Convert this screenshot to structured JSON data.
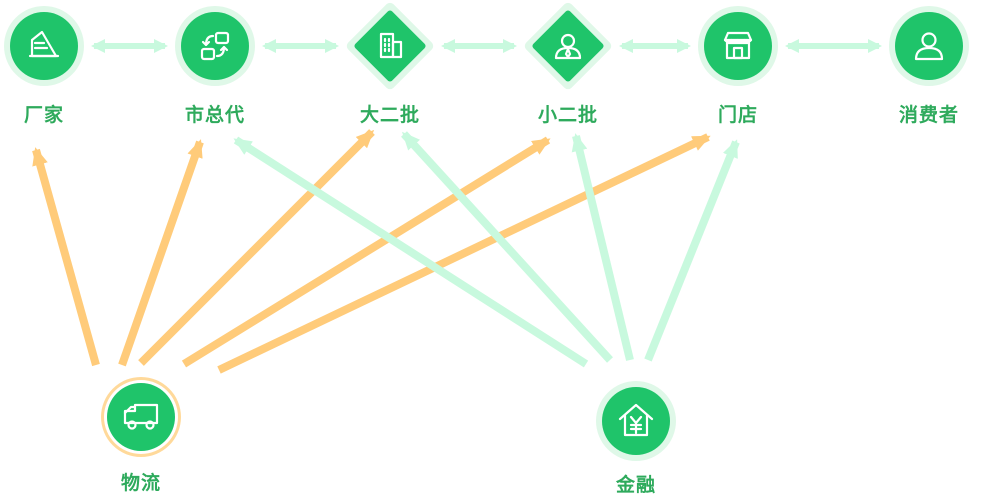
{
  "colors": {
    "node_green": "#1fc46a",
    "node_halo": "#dff8e8",
    "label_green": "#2eaa5c",
    "arrow_orange": "#ffcb7a",
    "arrow_mint": "#c8f9de",
    "logistics_ring": "#ffd99a"
  },
  "nodes": [
    {
      "id": "manufacturer",
      "label": "厂家",
      "icon": "document-stack-icon",
      "shape": "circle",
      "ring": "green"
    },
    {
      "id": "city-agent",
      "label": "市总代",
      "icon": "exchange-icon",
      "shape": "circle",
      "ring": "green"
    },
    {
      "id": "tier2-wholesaler",
      "label": "大二批",
      "icon": "building-icon",
      "shape": "diamond",
      "ring": "green"
    },
    {
      "id": "small-wholesaler",
      "label": "小二批",
      "icon": "person-icon",
      "shape": "diamond",
      "ring": "green"
    },
    {
      "id": "store",
      "label": "门店",
      "icon": "storefront-icon",
      "shape": "circle",
      "ring": "green"
    },
    {
      "id": "consumer",
      "label": "消费者",
      "icon": "user-icon",
      "shape": "circle",
      "ring": "green"
    },
    {
      "id": "logistics",
      "label": "物流",
      "icon": "truck-icon",
      "shape": "circle",
      "ring": "orange"
    },
    {
      "id": "finance",
      "label": "金融",
      "icon": "yuan-house-icon",
      "shape": "circle",
      "ring": "green"
    }
  ],
  "edges": [
    {
      "from": "manufacturer",
      "to": "city-agent",
      "kind": "bidirectional"
    },
    {
      "from": "city-agent",
      "to": "tier2-wholesaler",
      "kind": "bidirectional"
    },
    {
      "from": "tier2-wholesaler",
      "to": "small-wholesaler",
      "kind": "bidirectional"
    },
    {
      "from": "small-wholesaler",
      "to": "store",
      "kind": "bidirectional"
    },
    {
      "from": "store",
      "to": "consumer",
      "kind": "bidirectional"
    },
    {
      "from": "logistics",
      "to": "manufacturer",
      "kind": "logistics"
    },
    {
      "from": "logistics",
      "to": "city-agent",
      "kind": "logistics"
    },
    {
      "from": "logistics",
      "to": "tier2-wholesaler",
      "kind": "logistics"
    },
    {
      "from": "logistics",
      "to": "small-wholesaler",
      "kind": "logistics"
    },
    {
      "from": "logistics",
      "to": "store",
      "kind": "logistics"
    },
    {
      "from": "finance",
      "to": "city-agent",
      "kind": "finance"
    },
    {
      "from": "finance",
      "to": "tier2-wholesaler",
      "kind": "finance"
    },
    {
      "from": "finance",
      "to": "small-wholesaler",
      "kind": "finance"
    },
    {
      "from": "finance",
      "to": "store",
      "kind": "finance"
    }
  ]
}
